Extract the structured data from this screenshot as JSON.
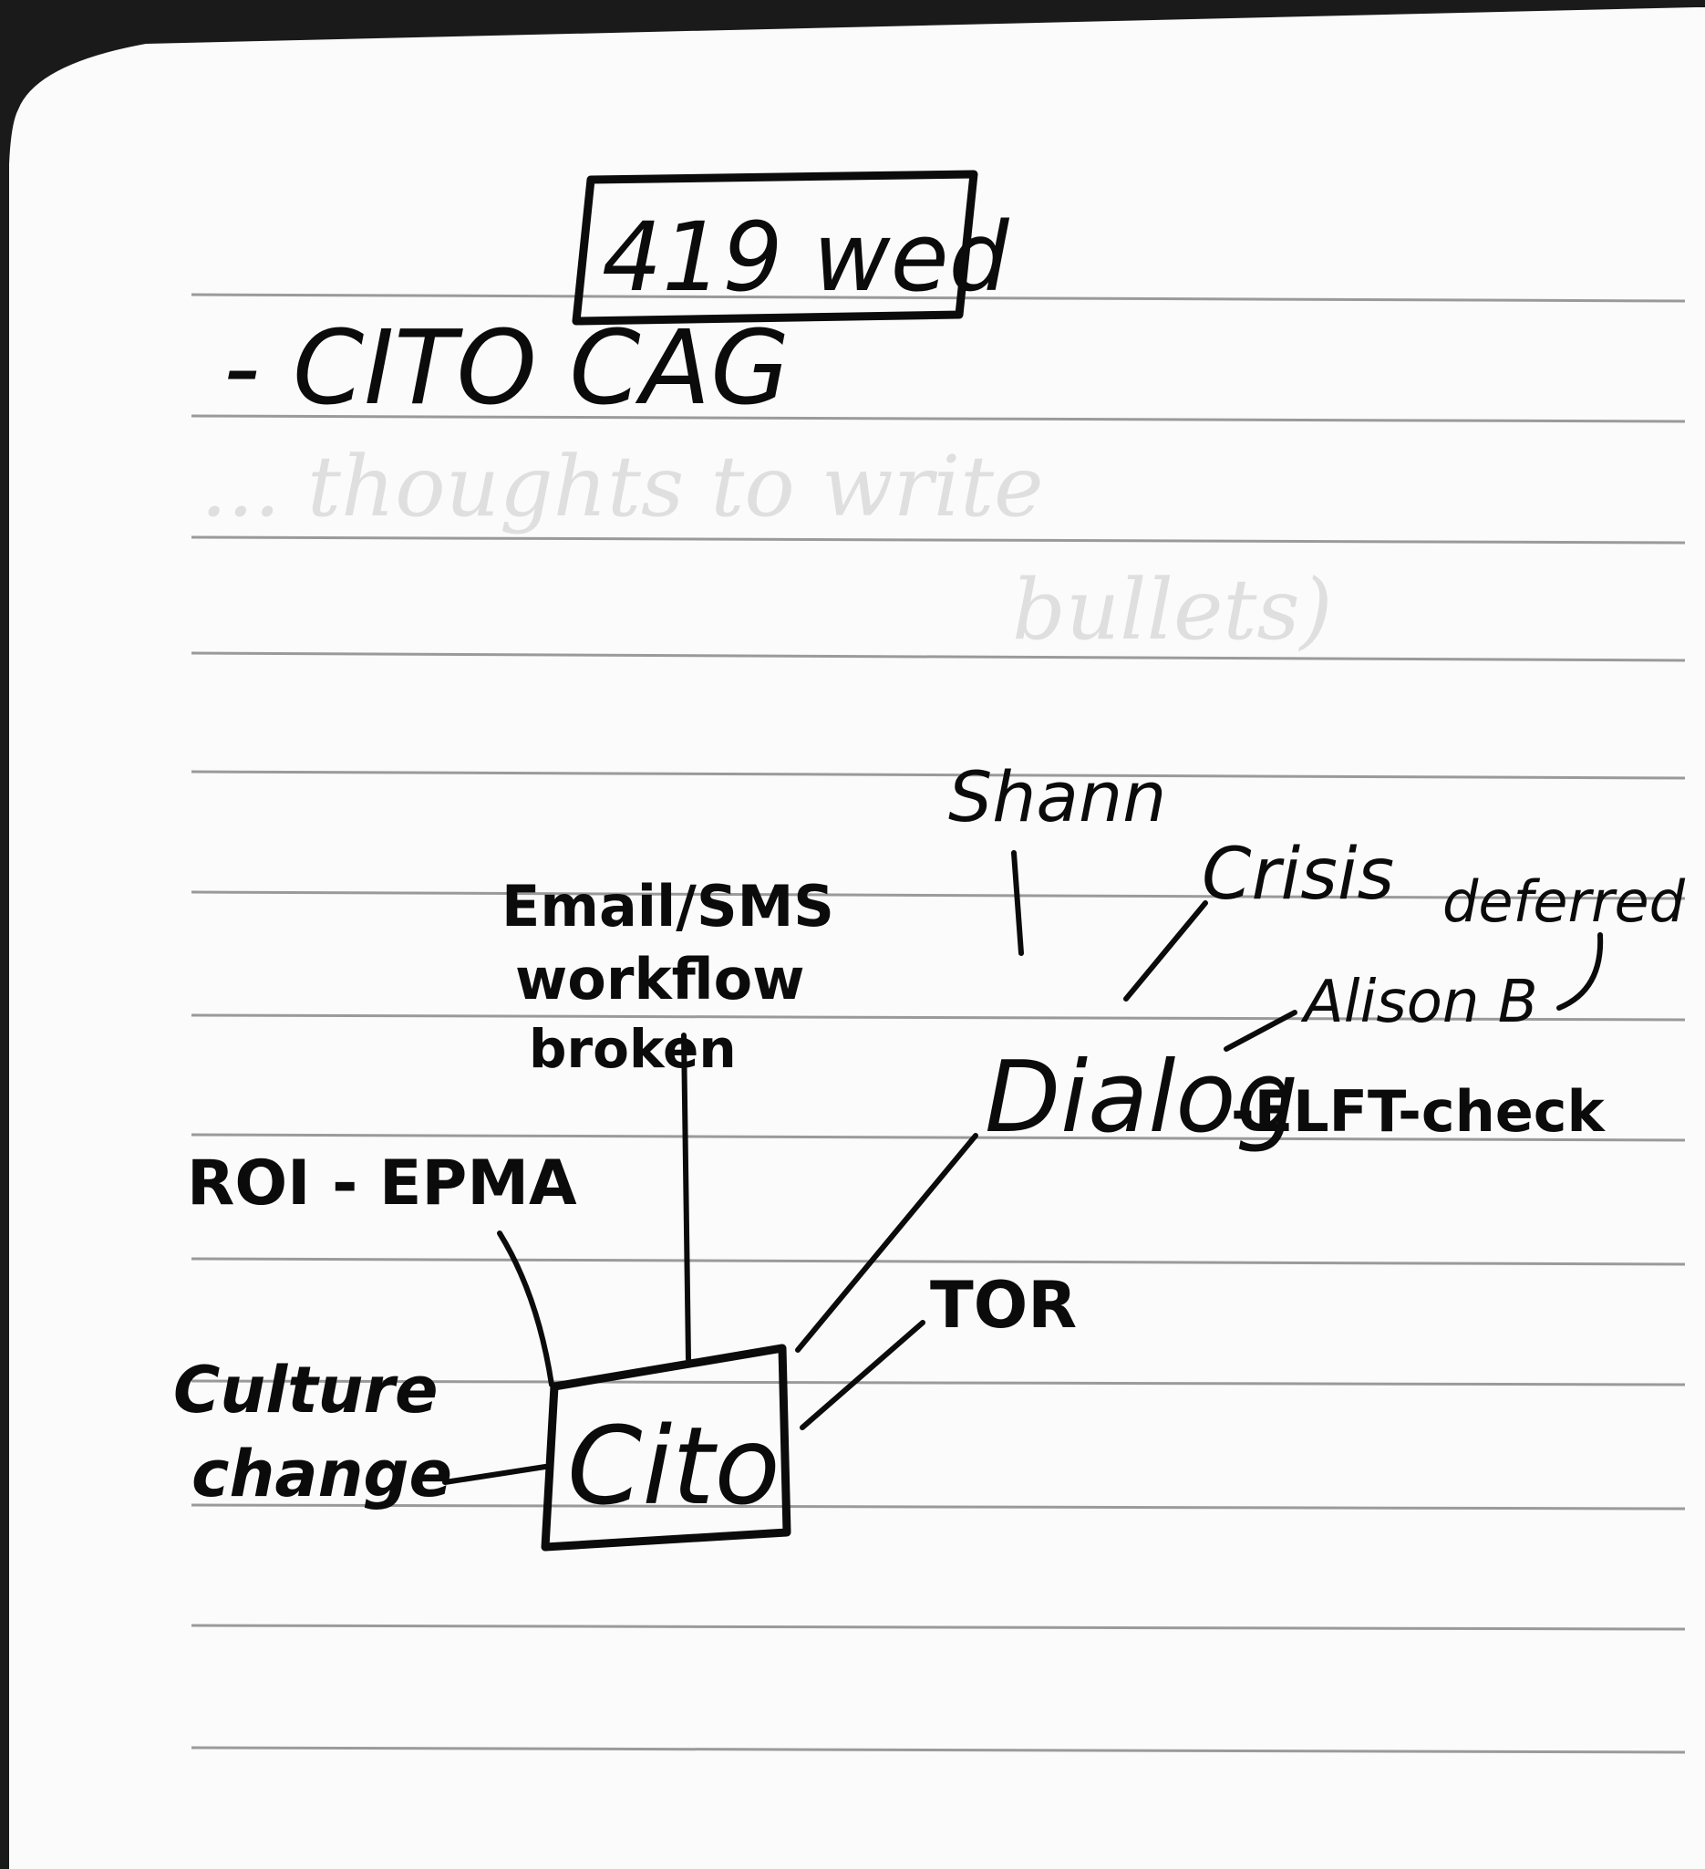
{
  "page": {
    "paper_color": "#fbfbfb",
    "ink_color": "#0b0b0b",
    "rule_color": "#9a9a9a",
    "shadow_color": "#111111"
  },
  "header": {
    "date_box": "419 wed",
    "line_item": "- CITO CAG"
  },
  "bleed_through": {
    "line1": "... thoughts to write",
    "line2": "bullets)"
  },
  "mind_map": {
    "center": "Cito",
    "nodes": {
      "email_line1": "Email/SMS",
      "email_line2": "workflow",
      "email_line3": "broken",
      "roi": "ROI - EPMA",
      "culture_line1": "Culture",
      "culture_line2": "change",
      "tor": "TOR",
      "dialog": "Dialog",
      "elft": "-ELFT-check",
      "alison": "Alison B",
      "crisis": "Crisis",
      "deferred": "deferred",
      "shann": "Shann"
    }
  }
}
